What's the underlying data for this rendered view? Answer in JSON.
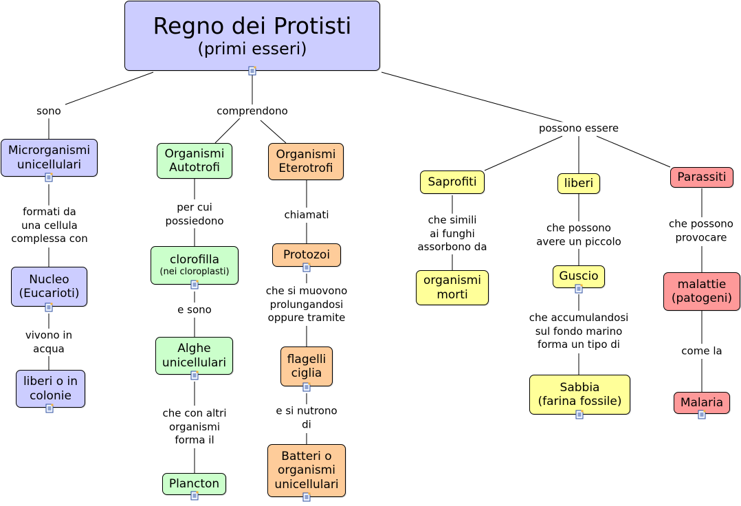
{
  "nodes": {
    "root": {
      "line1": "Regno dei Protisti",
      "line2": "(primi esseri)"
    },
    "microrganismi": {
      "line1": "Microrganismi",
      "line2": "unicellulari"
    },
    "nucleo": {
      "line1": "Nucleo",
      "line2": "(Eucarioti)"
    },
    "liberi_colonie": {
      "line1": "liberi o in",
      "line2": "colonie"
    },
    "autotrofi": {
      "line1": "Organismi",
      "line2": "Autotrofi"
    },
    "clorofilla": {
      "line1": "clorofilla",
      "line2": "(nei cloroplasti)"
    },
    "alghe": {
      "line1": "Alghe",
      "line2": "unicellulari"
    },
    "plancton": {
      "line1": "Plancton"
    },
    "eterotrofi": {
      "line1": "Organismi",
      "line2": "Eterotrofi"
    },
    "protozoi": {
      "line1": "Protozoi"
    },
    "flagelli": {
      "line1": "flagelli",
      "line2": "ciglia"
    },
    "batteri": {
      "line1": "Batteri o",
      "line2": "organismi",
      "line3": "unicellulari"
    },
    "saprofiti": {
      "line1": "Saprofiti"
    },
    "organismi_morti": {
      "line1": "organismi",
      "line2": "morti"
    },
    "liberi": {
      "line1": "liberi"
    },
    "guscio": {
      "line1": "Guscio"
    },
    "sabbia": {
      "line1": "Sabbia",
      "line2": "(farina fossile)"
    },
    "parassiti": {
      "line1": "Parassiti"
    },
    "malattie": {
      "line1": "malattie",
      "line2": "(patogeni)"
    },
    "malaria": {
      "line1": "Malaria"
    }
  },
  "links": {
    "sono": [
      "sono"
    ],
    "comprendono": [
      "comprendono"
    ],
    "possono_essere": [
      "possono essere"
    ],
    "formati": [
      "formati da",
      "una cellula",
      "complessa con"
    ],
    "vivono": [
      "vivono in",
      "acqua"
    ],
    "per_cui": [
      "per cui",
      "possiedono"
    ],
    "e_sono": [
      "e sono"
    ],
    "con_altri": [
      "che con altri",
      "organismi",
      "forma il"
    ],
    "chiamati": [
      "chiamati"
    ],
    "si_muovono": [
      "che si muovono",
      "prolungandosi",
      "oppure tramite"
    ],
    "si_nutrono": [
      "e si nutrono",
      "di"
    ],
    "simili": [
      "che simili",
      "ai funghi",
      "assorbono da"
    ],
    "possono_avere": [
      "che possono",
      "avere un piccolo"
    ],
    "accumulandosi": [
      "che accumulandosi",
      "sul fondo marino",
      "forma un tipo di"
    ],
    "possono_provocare": [
      "che possono",
      "provocare"
    ],
    "come_la": [
      "come la"
    ]
  },
  "colors": {
    "blue": "#cccdff",
    "green": "#cbffcb",
    "orange": "#fecc9a",
    "yellow": "#ffff99",
    "red": "#fe9999"
  },
  "icons": [
    "note-icon"
  ]
}
